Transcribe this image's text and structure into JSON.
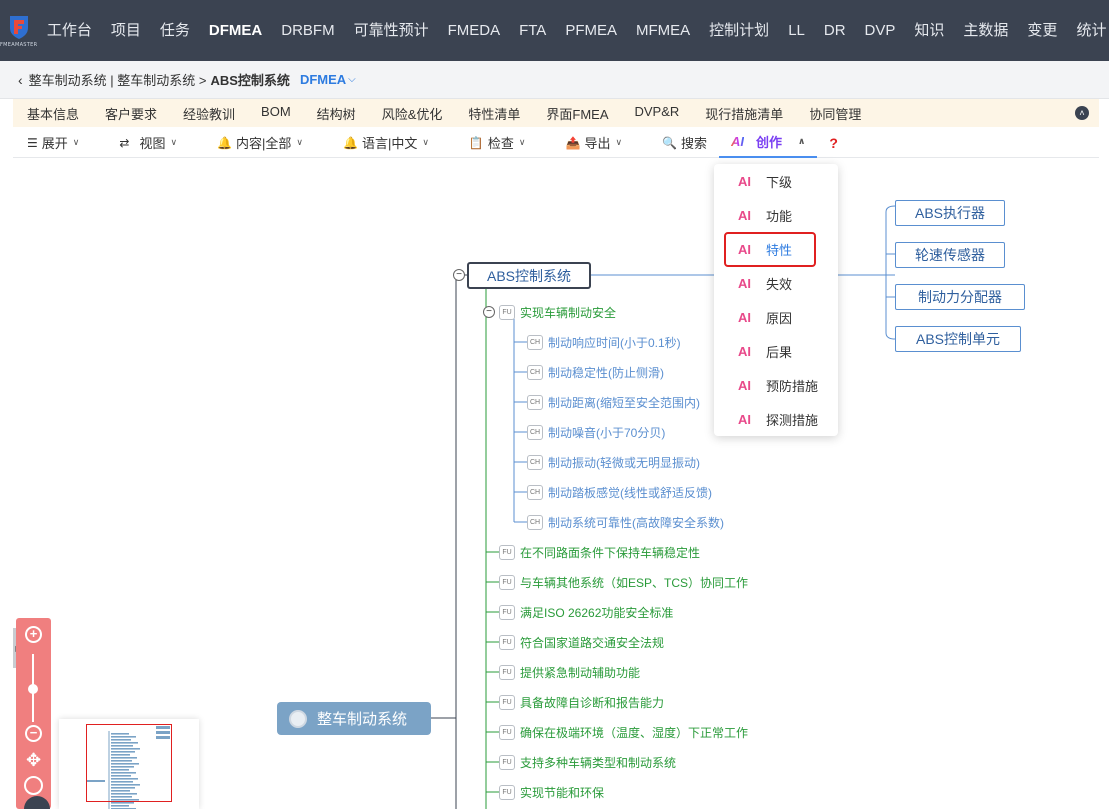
{
  "app": {
    "logo_text": "FMEAMASTER"
  },
  "topnav": {
    "items": [
      {
        "label": "工作台"
      },
      {
        "label": "项目"
      },
      {
        "label": "任务"
      },
      {
        "label": "DFMEA",
        "active": true
      },
      {
        "label": "DRBFM"
      },
      {
        "label": "可靠性预计"
      },
      {
        "label": "FMEDA"
      },
      {
        "label": "FTA"
      },
      {
        "label": "PFMEA"
      },
      {
        "label": "MFMEA"
      },
      {
        "label": "控制计划"
      },
      {
        "label": "LL"
      },
      {
        "label": "DR"
      },
      {
        "label": "DVP"
      },
      {
        "label": "知识"
      },
      {
        "label": "主数据"
      },
      {
        "label": "变更"
      },
      {
        "label": "统计"
      }
    ]
  },
  "breadcrumb": {
    "path": "整车制动系统 | 整车制动系统 >",
    "current": "ABS控制系统",
    "tag": "DFMEA"
  },
  "tabs": [
    "基本信息",
    "客户要求",
    "经验教训",
    "BOM",
    "结构树",
    "风险&优化",
    "特性清单",
    "界面FMEA",
    "DVP&R",
    "现行措施清单",
    "协同管理"
  ],
  "toolbar": {
    "expand": "展开",
    "view": "视图",
    "content": "内容|全部",
    "language": "语言|中文",
    "check": "检查",
    "export": "导出",
    "search": "搜索",
    "ai_label": "AI",
    "create": "创作",
    "help": "?"
  },
  "dropdown": {
    "prefix": "AI",
    "items": [
      "下级",
      "功能",
      "特性",
      "失效",
      "原因",
      "后果",
      "预防措施",
      "探测措施"
    ],
    "selected": "特性"
  },
  "mindmap": {
    "root": "整车制动系统",
    "center": "ABS控制系统",
    "children": [
      "ABS执行器",
      "轮速传感器",
      "制动力分配器",
      "ABS控制单元"
    ],
    "fu_tag": "FU",
    "ch_tag": "CH",
    "first_function": "实现车辆制动安全",
    "characteristics": [
      "制动响应时间(小于0.1秒)",
      "制动稳定性(防止侧滑)",
      "制动距离(缩短至安全范围内)",
      "制动噪音(小于70分贝)",
      "制动振动(轻微或无明显振动)",
      "制动踏板感觉(线性或舒适反馈)",
      "制动系统可靠性(高故障安全系数)"
    ],
    "functions": [
      "在不同路面条件下保持车辆稳定性",
      "与车辆其他系统（如ESP、TCS）协同工作",
      "满足ISO 26262功能安全标准",
      "符合国家道路交通安全法规",
      "提供紧急制动辅助功能",
      "具备故障自诊断和报告能力",
      "确保在极端环境（温度、湿度）下正常工作",
      "支持多种车辆类型和制动系统",
      "实现节能和环保"
    ]
  },
  "colors": {
    "nav_bg": "#3b4351",
    "function_text": "#2a9b3a",
    "characteristic_text": "#5b8fd0",
    "highlight": "#e02020",
    "zoom_bg": "#f07f7f"
  }
}
